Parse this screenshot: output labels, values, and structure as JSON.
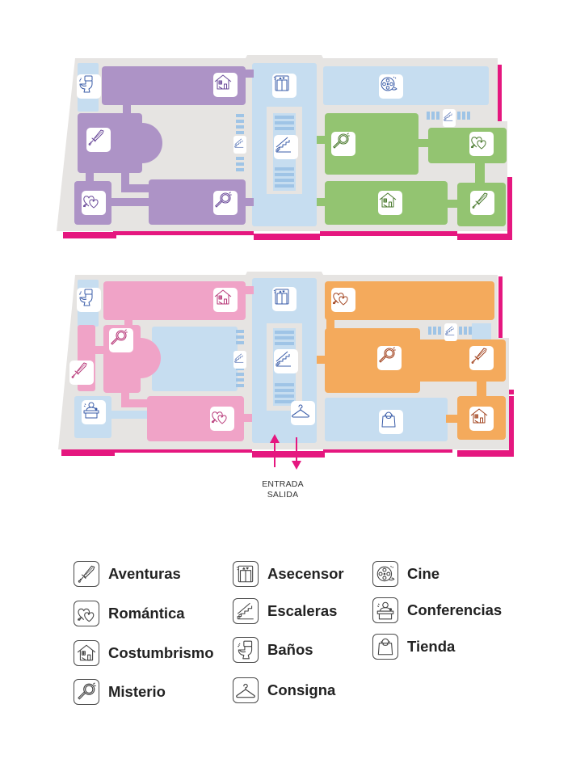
{
  "colors": {
    "wall": "#e6e4e2",
    "circulation": "#c6ddf0",
    "circulation_stripe": "#9fc4e6",
    "exterior_line": "#e5177f",
    "floor1_wing_left": "#ad93c6",
    "floor1_wing_right": "#93c471",
    "floor0_wing_left": "#f0a3c7",
    "floor0_wing_right": "#f4aa5c",
    "icon_blue": "#3a5ca8",
    "icon_purple": "#6a4a9a",
    "icon_green": "#4a7a2e",
    "icon_pink": "#b83a7a",
    "icon_orange": "#a2431e"
  },
  "floors": [
    {
      "id": "upper-floor",
      "rooms": [
        {
          "name": "toilet",
          "icon": "toilet-icon",
          "category": "Baños"
        },
        {
          "name": "costumbrismo",
          "icon": "house-icon",
          "category": "Costumbrismo"
        },
        {
          "name": "aventuras",
          "icon": "sword-icon",
          "category": "Aventuras"
        },
        {
          "name": "romantica",
          "icon": "hearts-icon",
          "category": "Romántica"
        },
        {
          "name": "misterio",
          "icon": "magnifier-icon",
          "category": "Misterio"
        },
        {
          "name": "elevator",
          "icon": "elevator-icon",
          "category": "Asecensor"
        },
        {
          "name": "stairs",
          "icon": "stairs-icon",
          "category": "Escaleras"
        },
        {
          "name": "cine",
          "icon": "film-reel-icon",
          "category": "Cine"
        },
        {
          "name": "misterio-right",
          "icon": "magnifier-icon",
          "category": "Misterio"
        },
        {
          "name": "romantica-right",
          "icon": "hearts-icon",
          "category": "Romántica"
        },
        {
          "name": "costumbrismo-right",
          "icon": "house-icon",
          "category": "Costumbrismo"
        },
        {
          "name": "aventuras-right",
          "icon": "sword-icon",
          "category": "Aventuras"
        }
      ]
    },
    {
      "id": "ground-floor",
      "rooms": [
        {
          "name": "toilet",
          "icon": "toilet-icon",
          "category": "Baños"
        },
        {
          "name": "costumbrismo",
          "icon": "house-icon",
          "category": "Costumbrismo"
        },
        {
          "name": "misterio",
          "icon": "magnifier-icon",
          "category": "Misterio"
        },
        {
          "name": "aventuras",
          "icon": "sword-icon",
          "category": "Aventuras"
        },
        {
          "name": "conferencias",
          "icon": "lecture-icon",
          "category": "Conferencias"
        },
        {
          "name": "romantica",
          "icon": "hearts-icon",
          "category": "Romántica"
        },
        {
          "name": "elevator",
          "icon": "elevator-icon",
          "category": "Asecensor"
        },
        {
          "name": "stairs",
          "icon": "stairs-icon",
          "category": "Escaleras"
        },
        {
          "name": "consigna",
          "icon": "hanger-icon",
          "category": "Consigna"
        },
        {
          "name": "romantica-right",
          "icon": "hearts-icon",
          "category": "Romántica"
        },
        {
          "name": "misterio-right",
          "icon": "magnifier-icon",
          "category": "Misterio"
        },
        {
          "name": "aventuras-right",
          "icon": "sword-icon",
          "category": "Aventuras"
        },
        {
          "name": "tienda",
          "icon": "bag-icon",
          "category": "Tienda"
        },
        {
          "name": "costumbrismo-right",
          "icon": "house-icon",
          "category": "Costumbrismo"
        }
      ],
      "entrance": {
        "line1": "ENTRADA",
        "line2": "SALIDA"
      }
    }
  ],
  "legend": {
    "columns": [
      [
        {
          "icon": "sword-icon",
          "label": "Aventuras"
        },
        {
          "icon": "hearts-icon",
          "label": "Romántica"
        },
        {
          "icon": "house-icon",
          "label": "Costumbrismo"
        },
        {
          "icon": "magnifier-icon",
          "label": "Misterio"
        }
      ],
      [
        {
          "icon": "elevator-icon",
          "label": "Asecensor"
        },
        {
          "icon": "stairs-icon",
          "label": "Escaleras"
        },
        {
          "icon": "toilet-icon",
          "label": "Baños"
        },
        {
          "icon": "hanger-icon",
          "label": "Consigna"
        }
      ],
      [
        {
          "icon": "film-reel-icon",
          "label": "Cine"
        },
        {
          "icon": "lecture-icon",
          "label": "Conferencias"
        },
        {
          "icon": "bag-icon",
          "label": "Tienda"
        }
      ]
    ]
  }
}
